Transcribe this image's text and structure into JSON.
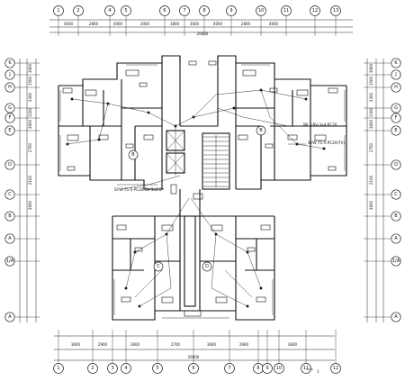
{
  "axes": {
    "top": [
      "1",
      "2",
      "4",
      "5",
      "6",
      "7",
      "8",
      "9",
      "10",
      "11",
      "12",
      "13"
    ],
    "bottom": [
      "1",
      "2",
      "3",
      "4",
      "5",
      "6",
      "7",
      "8",
      "9",
      "10",
      "11",
      "12"
    ],
    "left": [
      "K",
      "J",
      "H",
      "G",
      "F",
      "E",
      "D",
      "C",
      "B",
      "A",
      "1/A",
      "A"
    ],
    "right": [
      "K",
      "J",
      "H",
      "G",
      "F",
      "E",
      "D",
      "C",
      "B",
      "A",
      "1/A",
      "A"
    ]
  },
  "dimensions": {
    "top_segments": [
      "4000",
      "2800",
      "4000",
      "3000",
      "1800",
      "3000",
      "4000",
      "2800",
      "4000"
    ],
    "bottom_segments": [
      "3600",
      "2900",
      "3600",
      "2700",
      "3600",
      "2900",
      "3600"
    ],
    "top_total": "29000",
    "bottom_total": "29000",
    "left_segments": [
      "3900",
      "1500",
      "3300",
      "1200",
      "3600",
      "2700",
      "2100",
      "3600"
    ],
    "right_segments": [
      "3900",
      "1500",
      "3300",
      "1200",
      "3600",
      "2700",
      "2100",
      "3600"
    ]
  },
  "unit_marks": [
    "B",
    "B",
    "C",
    "D"
  ],
  "notes": {
    "note1": "WL3-BV-3x4-PC20",
    "note2": "SYW-75-5-PC20(TV)",
    "note3": "SYW-75-5-PC20 BV-3x2.5",
    "sheet_no": "1"
  }
}
